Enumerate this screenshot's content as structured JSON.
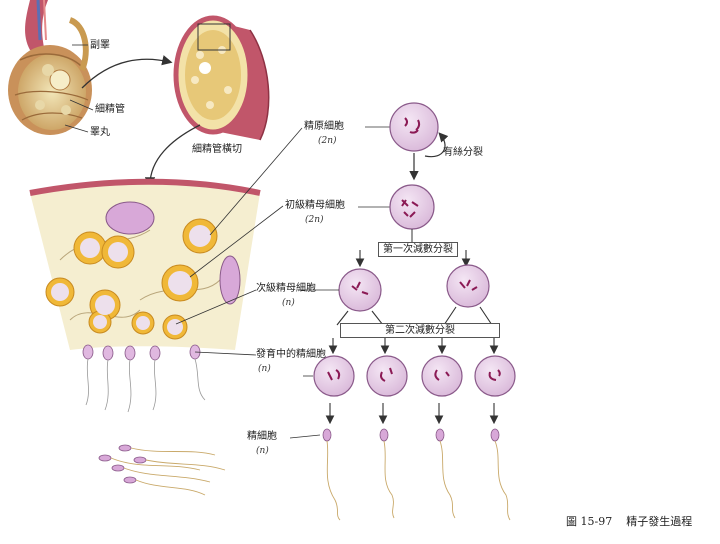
{
  "labels": {
    "epididymis": "副睪",
    "seminiferous_tubule": "細精管",
    "testis": "睪丸",
    "tubule_cross_section": "細精管橫切",
    "spermatogonium": "精原細胞",
    "spermatogonium_ploidy": "(2n)",
    "mitosis": "有絲分裂",
    "primary_spermatocyte": "初級精母細胞",
    "primary_ploidy": "(2n)",
    "meiosis_one": "第一次減數分裂",
    "secondary_spermatocyte": "次級精母細胞",
    "secondary_ploidy": "(n)",
    "meiosis_two": "第二次減數分裂",
    "spermatid": "發育中的精細胞",
    "spermatid_ploidy": "(n)",
    "sperm": "精細胞",
    "sperm_ploidy": "(n)"
  },
  "caption": {
    "figure_number": "圖 15-97",
    "title": "精子發生過程"
  },
  "colors": {
    "cell_fill": "#e6cde6",
    "cell_stroke": "#8a5a8a",
    "chromosome": "#8b1a55",
    "tubule_wall": "#f5eed0",
    "tubule_outer": "#c1566a",
    "spermatocyte_ring": "#f0b838",
    "line": "#333333"
  }
}
